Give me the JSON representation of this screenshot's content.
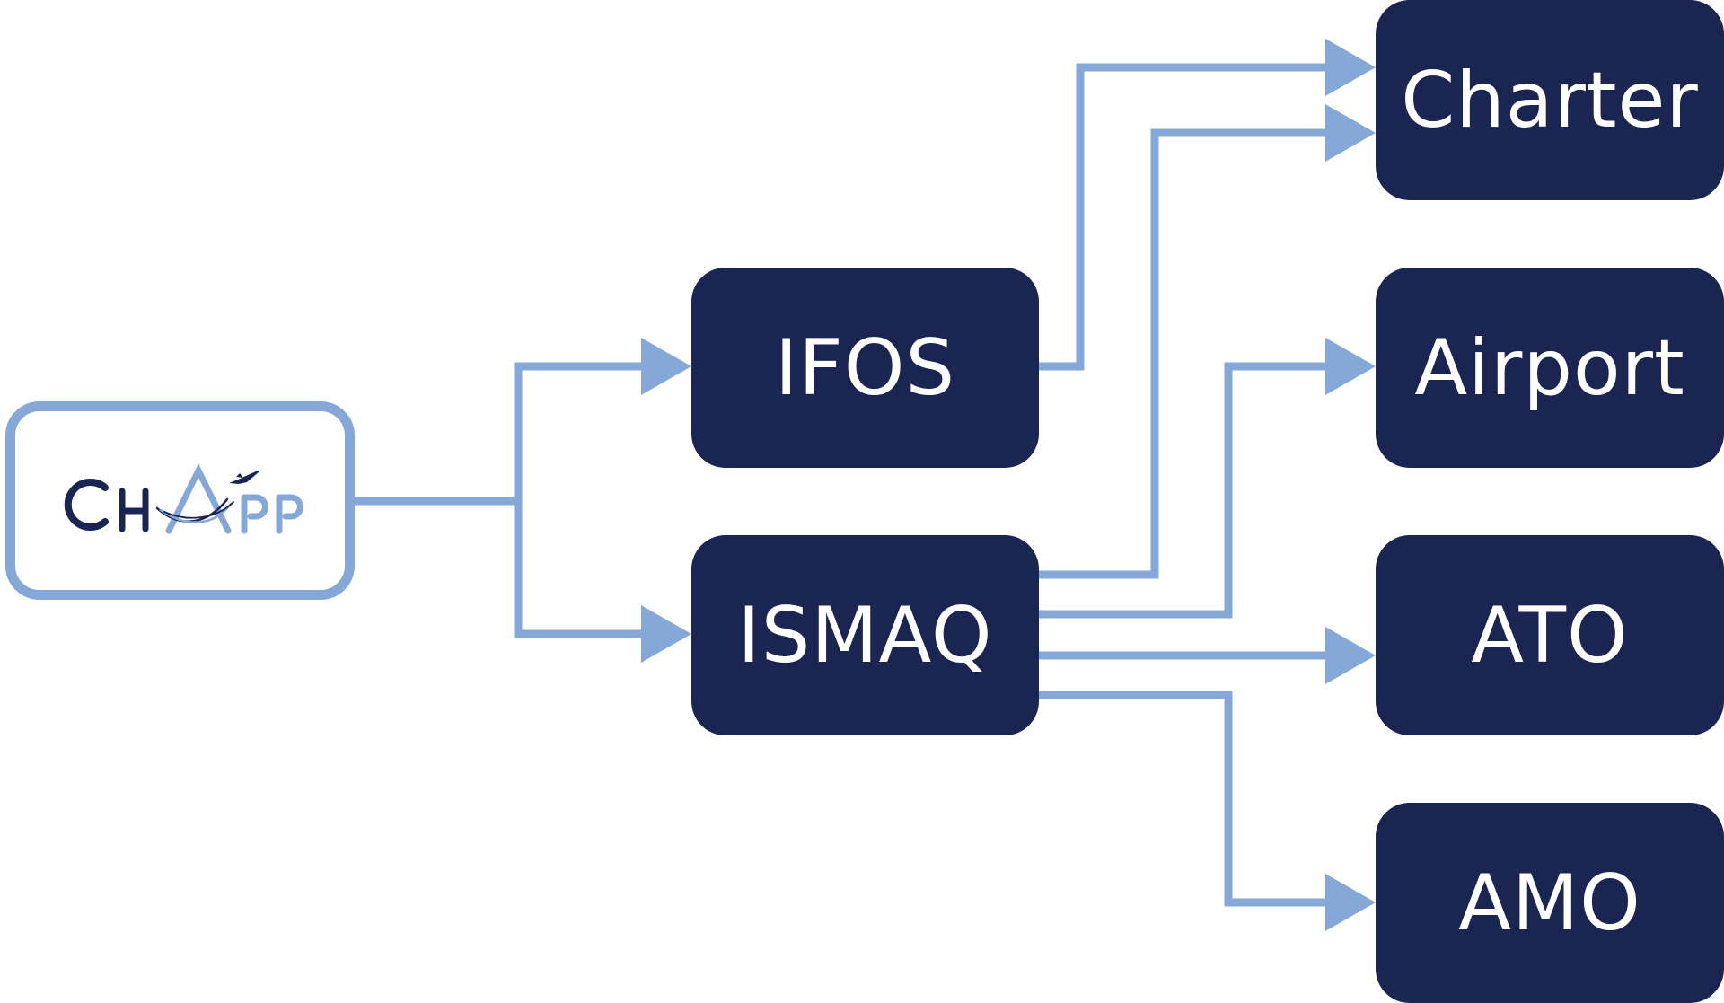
{
  "diagram": {
    "source": {
      "logo_text": "CHAPP"
    },
    "middle_nodes": [
      "IFOS",
      "ISMAQ"
    ],
    "target_nodes": [
      "Charter",
      "Airport",
      "ATO",
      "AMO"
    ],
    "edges": [
      {
        "from": "CHAPP",
        "to": "IFOS"
      },
      {
        "from": "CHAPP",
        "to": "ISMAQ"
      },
      {
        "from": "IFOS",
        "to": "Charter"
      },
      {
        "from": "ISMAQ",
        "to": "Charter"
      },
      {
        "from": "ISMAQ",
        "to": "Airport"
      },
      {
        "from": "ISMAQ",
        "to": "ATO"
      },
      {
        "from": "ISMAQ",
        "to": "AMO"
      }
    ],
    "colors": {
      "node_fill": "#1b2551",
      "node_text": "#ffffff",
      "connector": "#86a8d8",
      "logo_dark": "#1b2551",
      "logo_light": "#86a8d8"
    }
  }
}
